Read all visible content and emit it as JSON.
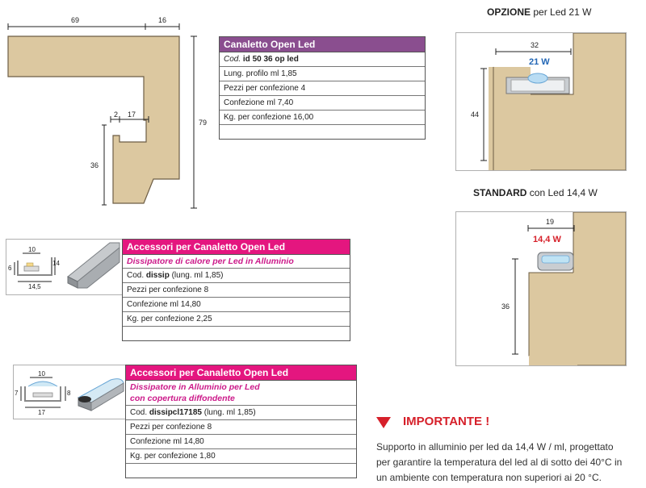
{
  "main_profile": {
    "dims": {
      "width_top": "69",
      "width_right": "16",
      "height_total": "79",
      "notch_2": "2",
      "notch_17": "17",
      "bottom_height": "36"
    }
  },
  "main_table": {
    "title": "Canaletto Open Led",
    "code_prefix": "Cod.",
    "code_value": "id 50 36 op led",
    "rows": [
      "Lung. profilo ml 1,85",
      "Pezzi per confezione 4",
      "Confezione ml 7,40",
      "Kg. per confezione 16,00",
      ""
    ]
  },
  "accessory1": {
    "title": "Accessori per Canaletto Open Led",
    "subtitle": "Dissipatore di calore per Led in Alluminio",
    "code_prefix": "Cod.",
    "code_value": "dissip",
    "code_suffix": "(lung. ml 1,85)",
    "rows": [
      "Pezzi per confezione 8",
      "Confezione ml 14,80",
      "Kg. per confezione 2,25",
      ""
    ],
    "dims": {
      "top": "10",
      "left": "6",
      "right": "14",
      "bottom": "14,5"
    }
  },
  "accessory2": {
    "title": "Accessori per Canaletto Open Led",
    "subtitle_line1": "Dissipatore in Alluminio per Led",
    "subtitle_line2": "con copertura diffondente",
    "code_prefix": "Cod.",
    "code_value": "dissipcl17185",
    "code_suffix": "(lung. ml 1,85)",
    "rows": [
      "Pezzi per confezione 8",
      "Confezione ml 14,80",
      "Kg. per confezione 1,80",
      ""
    ],
    "dims": {
      "top": "10",
      "left": "7",
      "right": "8",
      "bottom": "17"
    }
  },
  "option": {
    "label_bold": "OPZIONE",
    "label_rest": "per Led 21 W",
    "width": "32",
    "height": "44",
    "led_label": "21 W"
  },
  "standard": {
    "label_bold": "STANDARD",
    "label_rest": "con Led 14,4 W",
    "width": "19",
    "height": "36",
    "led_label": "14,4 W"
  },
  "important": {
    "title": "IMPORTANTE !",
    "text_line1": "Supporto in alluminio per led da 14,4 W / ml, progettato",
    "text_line2": "per garantire la temperatura del led al di sotto dei 40°C in",
    "text_line3": "un ambiente con temperatura non superiori ai 20 °C."
  },
  "colors": {
    "beige": "#dcc8a0",
    "purple": "#8a4e8f",
    "magenta": "#e4167f",
    "red": "#d6202a",
    "blue": "#2266b5"
  }
}
